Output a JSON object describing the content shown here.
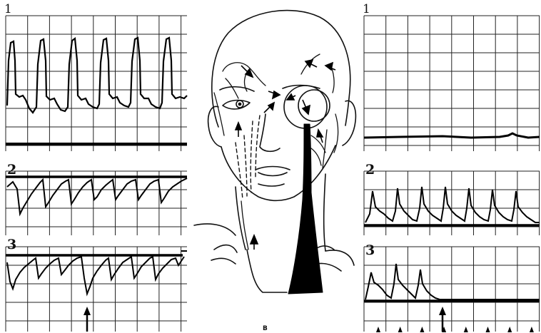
{
  "left_panel_labels": [
    "1",
    "2",
    "3"
  ],
  "right_panel_labels": [
    "1",
    "2",
    "3"
  ],
  "center_caption": "B"
}
